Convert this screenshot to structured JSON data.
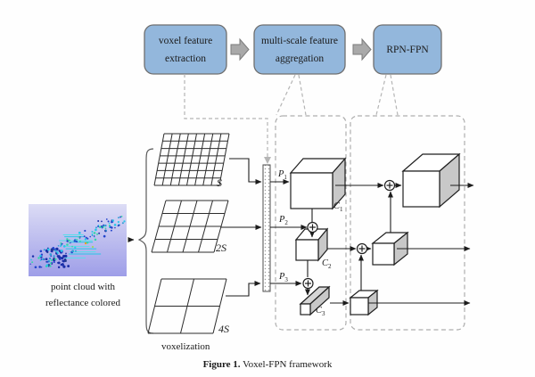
{
  "pipeline": {
    "boxes": [
      {
        "line1": "voxel feature",
        "line2": "extraction"
      },
      {
        "line1": "multi-scale feature",
        "line2": "aggregation"
      },
      {
        "line1": "RPN-FPN",
        "line2": ""
      }
    ]
  },
  "input": {
    "caption_line1": "point cloud with",
    "caption_line2": "reflectance colored"
  },
  "grids": {
    "scale_labels": [
      "S",
      "2S",
      "4S"
    ],
    "section_label": "voxelization"
  },
  "features": {
    "p_labels": [
      {
        "base": "P",
        "sub": "1"
      },
      {
        "base": "P",
        "sub": "2"
      },
      {
        "base": "P",
        "sub": "3"
      }
    ],
    "c_labels": [
      {
        "base": "C",
        "sub": "1"
      },
      {
        "base": "C",
        "sub": "2"
      },
      {
        "base": "C",
        "sub": "3"
      }
    ]
  },
  "figure_caption": {
    "bold": "Figure 1.",
    "text": " Voxel-FPN framework"
  },
  "icons": [
    "flow-arrow-icon",
    "elementwise-add-icon",
    "down-arrow-icon",
    "brace-icon"
  ],
  "colors": {
    "box_fill": "#93b7dc",
    "box_stroke": "#6f6f6f",
    "block_arrow_fill": "#a9a9a9",
    "block_arrow_stroke": "#7c7c7c",
    "dashed_connector": "#b5b5b5",
    "dashed_box": "#aeaeae",
    "line": "#1c1c1c",
    "cube_front": "#ffffff",
    "cube_top": "#ffffff",
    "cube_side": "#c8c8c8",
    "c3_top": "#d6d6d6",
    "pointcloud_bg_top": "#dcdcf5",
    "pointcloud_bg_bottom": "#9e9ee8",
    "pointcloud_palette": [
      "#1b2fa8",
      "#2244cc",
      "#27c7e8",
      "#2e9fd4",
      "#35d9a6",
      "#223b8f",
      "#55e0e8"
    ]
  }
}
